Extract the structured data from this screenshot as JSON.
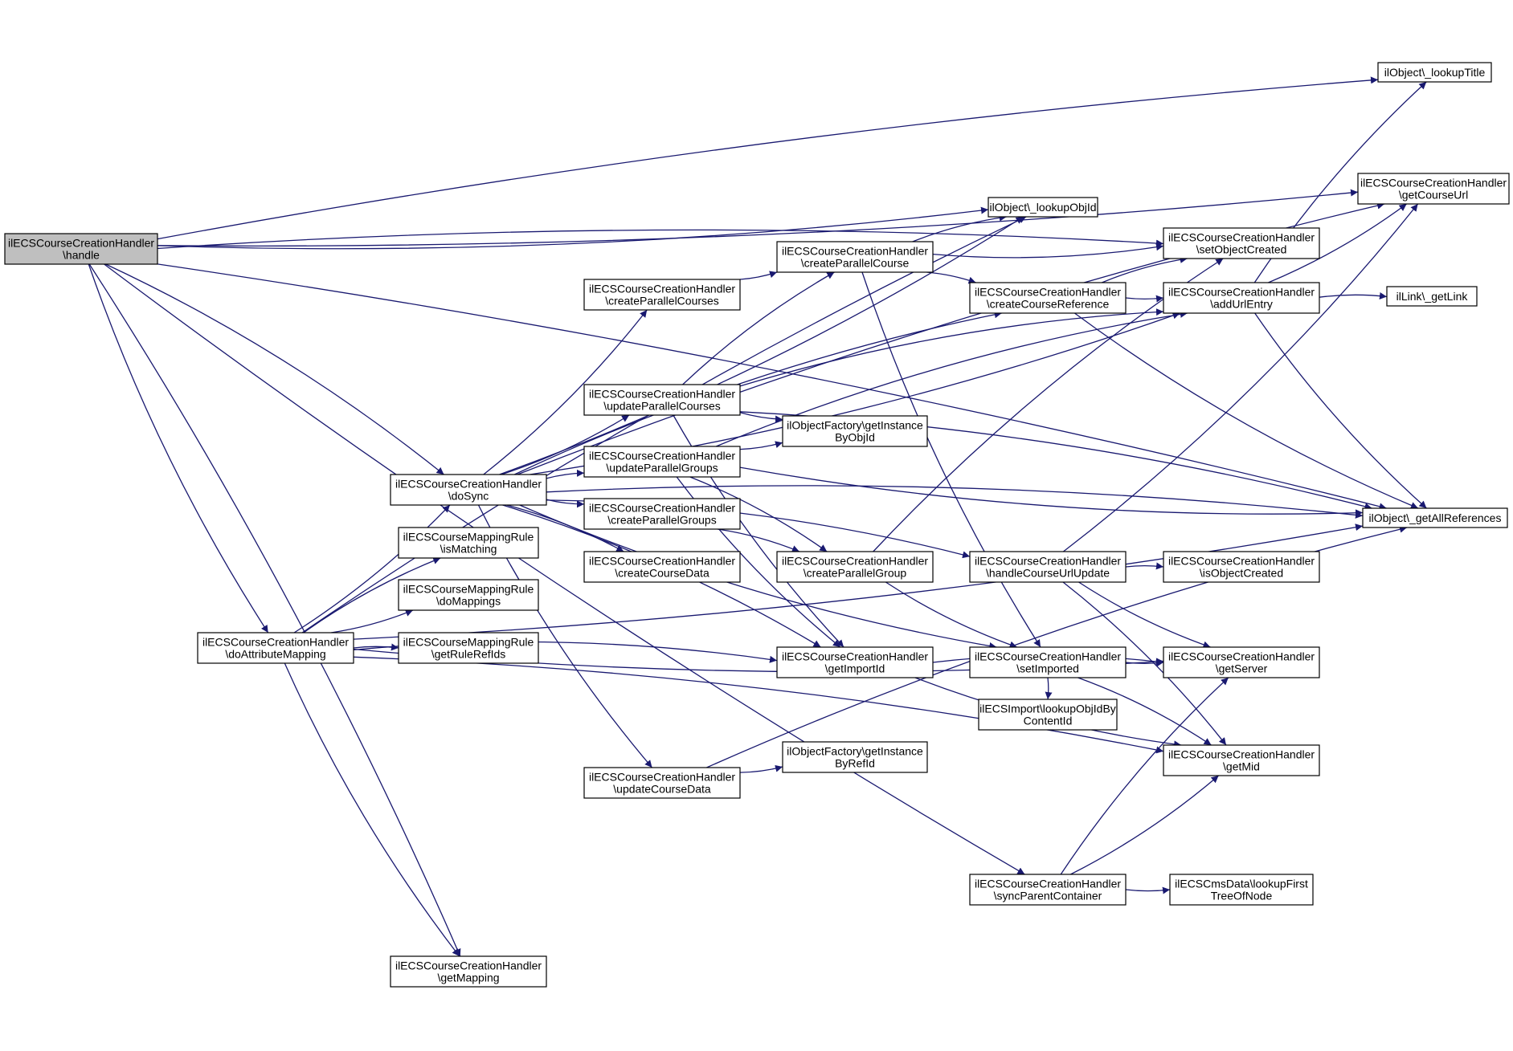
{
  "nodes": {
    "handle": [
      "ilECSCourseCreationHandler",
      "\\handle"
    ],
    "doSync": [
      "ilECSCourseCreationHandler",
      "\\doSync"
    ],
    "doAttributeMapping": [
      "ilECSCourseCreationHandler",
      "\\doAttributeMapping"
    ],
    "getMapping": [
      "ilECSCourseCreationHandler",
      "\\getMapping"
    ],
    "isMatching": [
      "ilECSCourseMappingRule",
      "\\isMatching"
    ],
    "doMappings": [
      "ilECSCourseMappingRule",
      "\\doMappings"
    ],
    "getRuleRefIds": [
      "ilECSCourseMappingRule",
      "\\getRuleRefIds"
    ],
    "createParallelCourses": [
      "ilECSCourseCreationHandler",
      "\\createParallelCourses"
    ],
    "updateParallelCourses": [
      "ilECSCourseCreationHandler",
      "\\updateParallelCourses"
    ],
    "updateParallelGroups": [
      "ilECSCourseCreationHandler",
      "\\updateParallelGroups"
    ],
    "createParallelGroups": [
      "ilECSCourseCreationHandler",
      "\\createParallelGroups"
    ],
    "createCourseData": [
      "ilECSCourseCreationHandler",
      "\\createCourseData"
    ],
    "updateCourseData": [
      "ilECSCourseCreationHandler",
      "\\updateCourseData"
    ],
    "createParallelCourse": [
      "ilECSCourseCreationHandler",
      "\\createParallelCourse"
    ],
    "getInstanceByObjId": [
      "ilObjectFactory\\getInstance",
      "ByObjId"
    ],
    "createParallelGroup": [
      "ilECSCourseCreationHandler",
      "\\createParallelGroup"
    ],
    "getImportId": [
      "ilECSCourseCreationHandler",
      "\\getImportId"
    ],
    "getInstanceByRefId": [
      "ilObjectFactory\\getInstance",
      "ByRefId"
    ],
    "lookupObjId": [
      "ilObject\\_lookupObjId"
    ],
    "createCourseReference": [
      "ilECSCourseCreationHandler",
      "\\createCourseReference"
    ],
    "handleCourseUrlUpdate": [
      "ilECSCourseCreationHandler",
      "\\handleCourseUrlUpdate"
    ],
    "setImported": [
      "ilECSCourseCreationHandler",
      "\\setImported"
    ],
    "lookupObjIdByContentId": [
      "ilECSImport\\lookupObjIdBy",
      "ContentId"
    ],
    "syncParentContainer": [
      "ilECSCourseCreationHandler",
      "\\syncParentContainer"
    ],
    "setObjectCreated": [
      "ilECSCourseCreationHandler",
      "\\setObjectCreated"
    ],
    "addUrlEntry": [
      "ilECSCourseCreationHandler",
      "\\addUrlEntry"
    ],
    "isObjectCreated": [
      "ilECSCourseCreationHandler",
      "\\isObjectCreated"
    ],
    "getServer": [
      "ilECSCourseCreationHandler",
      "\\getServer"
    ],
    "getMid": [
      "ilECSCourseCreationHandler",
      "\\getMid"
    ],
    "lookupFirstTreeOfNode": [
      "ilECSCmsData\\lookupFirst",
      "TreeOfNode"
    ],
    "lookupTitle": [
      "ilObject\\_lookupTitle"
    ],
    "getCourseUrl": [
      "ilECSCourseCreationHandler",
      "\\getCourseUrl"
    ],
    "getLink": [
      "ilLink\\_getLink"
    ],
    "getAllReferences": [
      "ilObject\\_getAllReferences"
    ]
  },
  "edges": [
    [
      "handle",
      "lookupTitle"
    ],
    [
      "handle",
      "getCourseUrl"
    ],
    [
      "handle",
      "setObjectCreated"
    ],
    [
      "handle",
      "lookupObjId"
    ],
    [
      "handle",
      "doSync"
    ],
    [
      "handle",
      "doAttributeMapping"
    ],
    [
      "handle",
      "getMapping"
    ],
    [
      "handle",
      "syncParentContainer"
    ],
    [
      "handle",
      "getAllReferences"
    ],
    [
      "doSync",
      "lookupObjId"
    ],
    [
      "doSync",
      "getCourseUrl"
    ],
    [
      "doSync",
      "createParallelCourses"
    ],
    [
      "doSync",
      "createCourseReference"
    ],
    [
      "doSync",
      "updateParallelCourses"
    ],
    [
      "doSync",
      "updateParallelGroups"
    ],
    [
      "doSync",
      "createParallelGroups"
    ],
    [
      "doSync",
      "createCourseData"
    ],
    [
      "doSync",
      "updateCourseData"
    ],
    [
      "doSync",
      "getImportId"
    ],
    [
      "doSync",
      "setImported"
    ],
    [
      "doSync",
      "handleCourseUrlUpdate"
    ],
    [
      "doSync",
      "addUrlEntry"
    ],
    [
      "doSync",
      "getAllReferences"
    ],
    [
      "doAttributeMapping",
      "doSync"
    ],
    [
      "doAttributeMapping",
      "isMatching"
    ],
    [
      "doAttributeMapping",
      "doMappings"
    ],
    [
      "doAttributeMapping",
      "getRuleRefIds"
    ],
    [
      "doAttributeMapping",
      "getMapping"
    ],
    [
      "doAttributeMapping",
      "getImportId"
    ],
    [
      "doAttributeMapping",
      "getServer"
    ],
    [
      "doAttributeMapping",
      "getMid"
    ],
    [
      "doAttributeMapping",
      "getAllReferences"
    ],
    [
      "doAttributeMapping",
      "lookupObjId"
    ],
    [
      "createParallelCourses",
      "createParallelCourse"
    ],
    [
      "createParallelCourse",
      "lookupObjId"
    ],
    [
      "createParallelCourse",
      "setObjectCreated"
    ],
    [
      "createParallelCourse",
      "createCourseReference"
    ],
    [
      "createParallelCourse",
      "setImported"
    ],
    [
      "updateParallelCourses",
      "createParallelCourse"
    ],
    [
      "updateParallelCourses",
      "getInstanceByObjId"
    ],
    [
      "updateParallelCourses",
      "addUrlEntry"
    ],
    [
      "updateParallelCourses",
      "getImportId"
    ],
    [
      "updateParallelCourses",
      "getAllReferences"
    ],
    [
      "updateParallelGroups",
      "getInstanceByObjId"
    ],
    [
      "updateParallelGroups",
      "createParallelGroup"
    ],
    [
      "updateParallelGroups",
      "getImportId"
    ],
    [
      "updateParallelGroups",
      "addUrlEntry"
    ],
    [
      "updateParallelGroups",
      "getAllReferences"
    ],
    [
      "createParallelGroups",
      "createParallelGroup"
    ],
    [
      "createParallelGroup",
      "setImported"
    ],
    [
      "createParallelGroup",
      "setObjectCreated"
    ],
    [
      "updateCourseData",
      "getInstanceByRefId"
    ],
    [
      "updateCourseData",
      "getAllReferences"
    ],
    [
      "createCourseReference",
      "addUrlEntry"
    ],
    [
      "createCourseReference",
      "setObjectCreated"
    ],
    [
      "createCourseReference",
      "getAllReferences"
    ],
    [
      "getImportId",
      "getServer"
    ],
    [
      "getImportId",
      "getMid"
    ],
    [
      "setImported",
      "lookupObjIdByContentId"
    ],
    [
      "setImported",
      "getServer"
    ],
    [
      "setImported",
      "getMid"
    ],
    [
      "handleCourseUrlUpdate",
      "getCourseUrl"
    ],
    [
      "handleCourseUrlUpdate",
      "isObjectCreated"
    ],
    [
      "handleCourseUrlUpdate",
      "getServer"
    ],
    [
      "handleCourseUrlUpdate",
      "getMid"
    ],
    [
      "syncParentContainer",
      "lookupFirstTreeOfNode"
    ],
    [
      "syncParentContainer",
      "getServer"
    ],
    [
      "syncParentContainer",
      "getMid"
    ],
    [
      "addUrlEntry",
      "lookupTitle"
    ],
    [
      "addUrlEntry",
      "getCourseUrl"
    ],
    [
      "addUrlEntry",
      "getLink"
    ],
    [
      "addUrlEntry",
      "getAllReferences"
    ]
  ]
}
